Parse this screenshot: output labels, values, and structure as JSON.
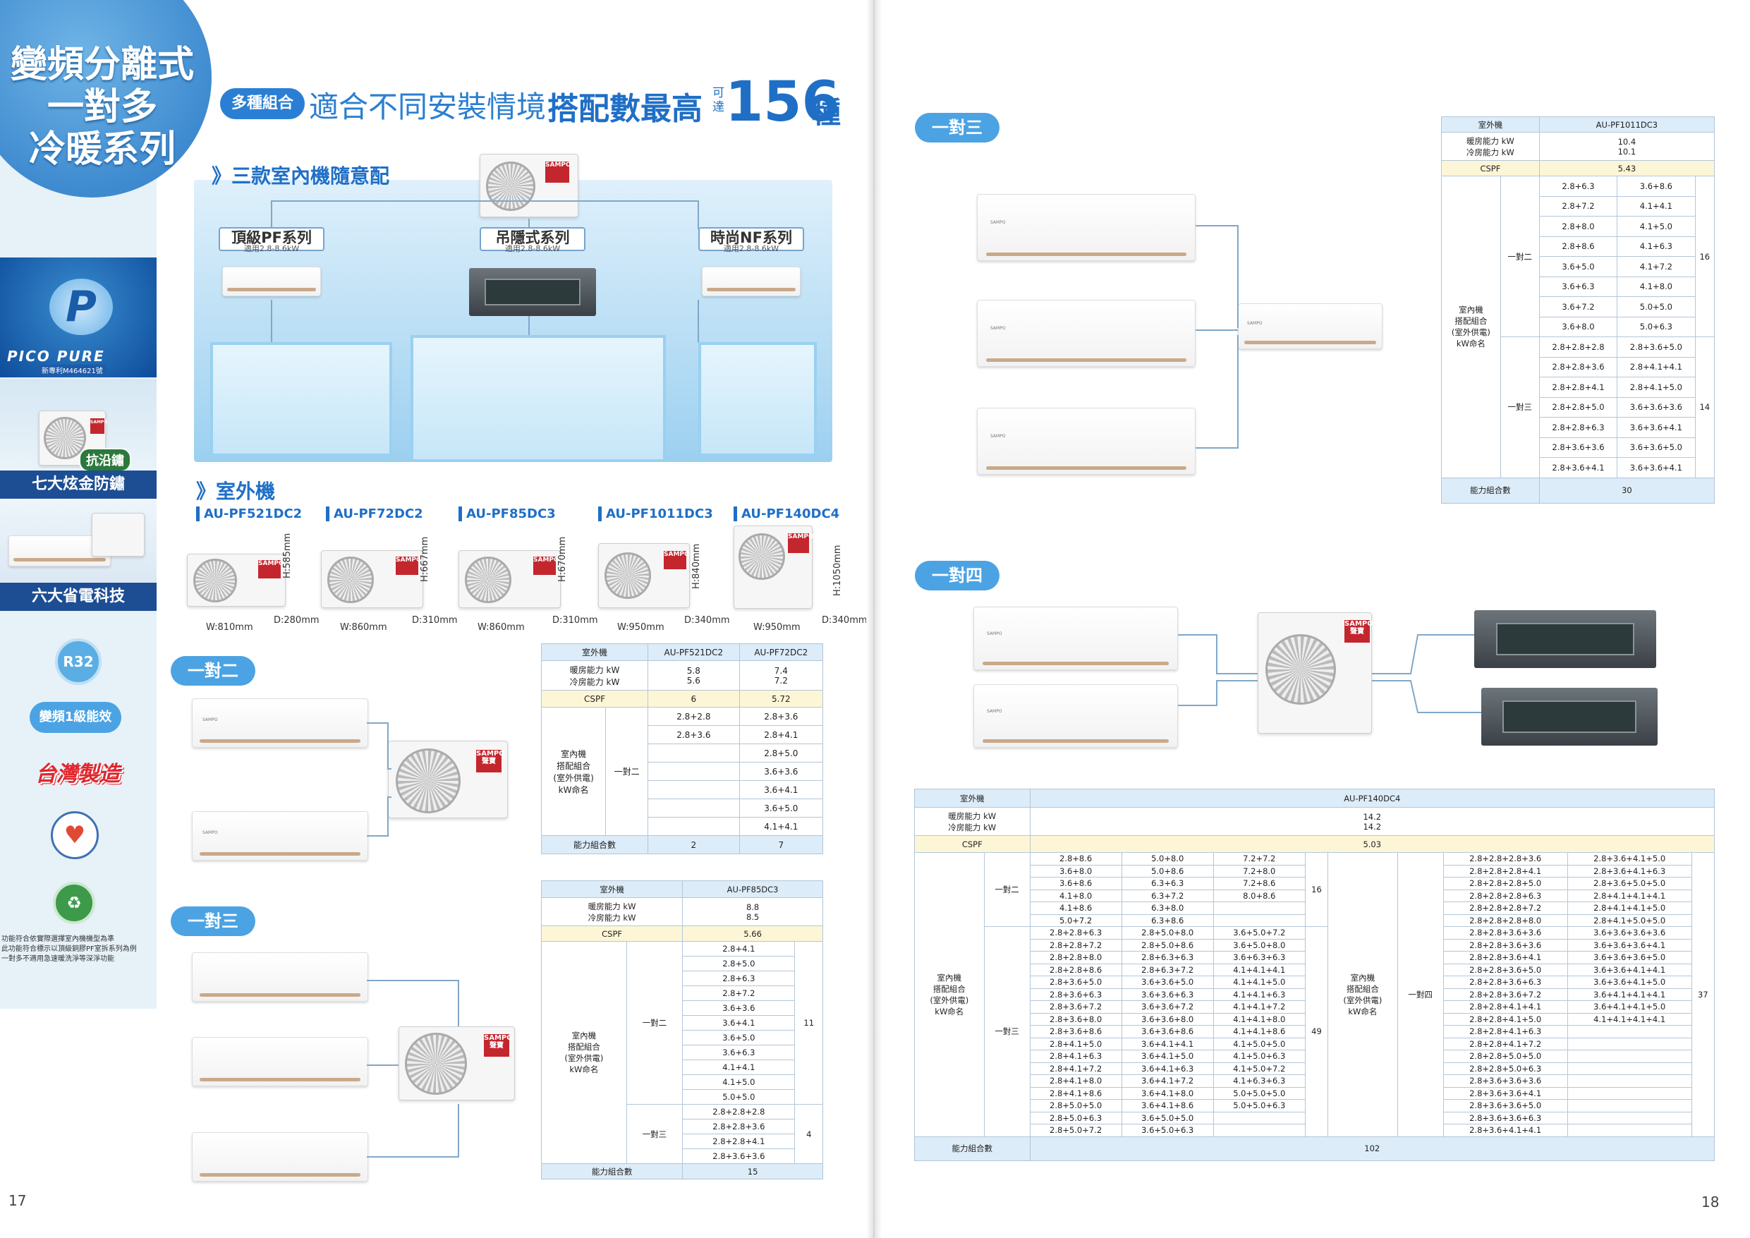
{
  "left": {
    "title": [
      "變頻分離式",
      "一對多",
      "冷暖系列"
    ],
    "pico": "PICO PURE",
    "pico_note": "新專利M464621號",
    "anti": "抗沿鏽",
    "feature1": "七大炫金防鏽",
    "feature2": "六大省電科技",
    "r32": "R32",
    "efficiency": "變頻1級能效",
    "taiwan": "台灣製造",
    "note": [
      "功能符合依實際選擇室內機機型為準",
      "此功能符合標示以頂級銅膠PF室拆系列為例",
      "一對多不適用急速暖洗淨等深淨功能"
    ],
    "page": "17"
  },
  "header": {
    "badge": "多種組合",
    "text1": "適合不同安裝情境",
    "text2": "搭配數最高",
    "small": "可達",
    "big": "156",
    "unit": "種"
  },
  "indoor": {
    "heading": "》三款室內機隨意配",
    "types": [
      {
        "name": "頂級PF系列",
        "range": "適用2.8-8.6kW"
      },
      {
        "name": "吊隱式系列",
        "range": "適用2.8-8.6kW"
      },
      {
        "name": "時尚NF系列",
        "range": "適用2.8-8.6kW"
      }
    ]
  },
  "outdoor": {
    "heading": "》室外機",
    "models": [
      {
        "name": "AU-PF521DC2",
        "h": "H:585mm",
        "w": "W:810mm",
        "d": "D:280mm"
      },
      {
        "name": "AU-PF72DC2",
        "h": "H:667mm",
        "w": "W:860mm",
        "d": "D:310mm"
      },
      {
        "name": "AU-PF85DC3",
        "h": "H:670mm",
        "w": "W:860mm",
        "d": "D:310mm"
      },
      {
        "name": "AU-PF1011DC3",
        "h": "H:840mm",
        "w": "W:950mm",
        "d": "D:340mm"
      },
      {
        "name": "AU-PF140DC4",
        "h": "H:1050mm",
        "w": "W:950mm",
        "d": "D:340mm"
      }
    ]
  },
  "brand": "SAMPO",
  "brand_cn": "聲寶",
  "labels": {
    "one_two": "一對二",
    "one_three": "一對三",
    "one_four": "一對四",
    "outdoor": "室外機",
    "heating": "暖房能力 kW",
    "cooling": "冷房能力 kW",
    "cspf": "CSPF",
    "combo": [
      "室內機",
      "搭配組合",
      "(室外供電)",
      "kW命名"
    ],
    "combo_count": "能力組合數"
  },
  "t1": {
    "models": [
      "AU-PF521DC2",
      "AU-PF72DC2"
    ],
    "heat": [
      "5.8",
      "7.4"
    ],
    "cool": [
      "5.6",
      "7.2"
    ],
    "cspf": [
      "6",
      "5.72"
    ],
    "rows": [
      [
        "2.8+2.8",
        "2.8+3.6"
      ],
      [
        "2.8+3.6",
        "2.8+4.1"
      ],
      [
        "",
        "2.8+5.0"
      ],
      [
        "",
        "3.6+3.6"
      ],
      [
        "",
        "3.6+4.1"
      ],
      [
        "",
        "3.6+5.0"
      ],
      [
        "",
        "4.1+4.1"
      ]
    ],
    "count": [
      "2",
      "7"
    ]
  },
  "t2": {
    "model": "AU-PF85DC3",
    "heat": "8.8",
    "cool": "8.5",
    "cspf": "5.66",
    "two": [
      "2.8+4.1",
      "2.8+5.0",
      "2.8+6.3",
      "2.8+7.2",
      "3.6+3.6",
      "3.6+4.1",
      "3.6+5.0",
      "3.6+6.3",
      "4.1+4.1",
      "4.1+5.0",
      "5.0+5.0"
    ],
    "two_n": "11",
    "three": [
      "2.8+2.8+2.8",
      "2.8+2.8+3.6",
      "2.8+2.8+4.1",
      "2.8+3.6+3.6"
    ],
    "three_n": "4",
    "count": "15"
  },
  "t3": {
    "model": "AU-PF1011DC3",
    "heat": "10.4",
    "cool": "10.1",
    "cspf": "5.43",
    "two": [
      [
        "2.8+6.3",
        "3.6+8.6"
      ],
      [
        "2.8+7.2",
        "4.1+4.1"
      ],
      [
        "2.8+8.0",
        "4.1+5.0"
      ],
      [
        "2.8+8.6",
        "4.1+6.3"
      ],
      [
        "3.6+5.0",
        "4.1+7.2"
      ],
      [
        "3.6+6.3",
        "4.1+8.0"
      ],
      [
        "3.6+7.2",
        "5.0+5.0"
      ],
      [
        "3.6+8.0",
        "5.0+6.3"
      ]
    ],
    "two_n": "16",
    "three": [
      [
        "2.8+2.8+2.8",
        "2.8+3.6+5.0"
      ],
      [
        "2.8+2.8+3.6",
        "2.8+4.1+4.1"
      ],
      [
        "2.8+2.8+4.1",
        "2.8+4.1+5.0"
      ],
      [
        "2.8+2.8+5.0",
        "3.6+3.6+3.6"
      ],
      [
        "2.8+2.8+6.3",
        "3.6+3.6+4.1"
      ],
      [
        "2.8+3.6+3.6",
        "3.6+3.6+5.0"
      ],
      [
        "2.8+3.6+4.1",
        "3.6+3.6+4.1"
      ]
    ],
    "three_n": "14",
    "count": "30"
  },
  "t4": {
    "model": "AU-PF140DC4",
    "heat": "14.2",
    "cool": "14.2",
    "cspf": "5.03",
    "two": [
      [
        "2.8+8.6",
        "5.0+8.0",
        "7.2+7.2"
      ],
      [
        "3.6+8.0",
        "5.0+8.6",
        "7.2+8.0"
      ],
      [
        "3.6+8.6",
        "6.3+6.3",
        "7.2+8.6"
      ],
      [
        "4.1+8.0",
        "6.3+7.2",
        "8.0+8.6"
      ],
      [
        "4.1+8.6",
        "6.3+8.0",
        ""
      ],
      [
        "5.0+7.2",
        "6.3+8.6",
        ""
      ]
    ],
    "two_n": "16",
    "three": [
      [
        "2.8+2.8+6.3",
        "2.8+5.0+8.0",
        "3.6+5.0+7.2"
      ],
      [
        "2.8+2.8+7.2",
        "2.8+5.0+8.6",
        "3.6+5.0+8.0"
      ],
      [
        "2.8+2.8+8.0",
        "2.8+6.3+6.3",
        "3.6+6.3+6.3"
      ],
      [
        "2.8+2.8+8.6",
        "2.8+6.3+7.2",
        "4.1+4.1+4.1"
      ],
      [
        "2.8+3.6+5.0",
        "3.6+3.6+5.0",
        "4.1+4.1+5.0"
      ],
      [
        "2.8+3.6+6.3",
        "3.6+3.6+6.3",
        "4.1+4.1+6.3"
      ],
      [
        "2.8+3.6+7.2",
        "3.6+3.6+7.2",
        "4.1+4.1+7.2"
      ],
      [
        "2.8+3.6+8.0",
        "3.6+3.6+8.0",
        "4.1+4.1+8.0"
      ],
      [
        "2.8+3.6+8.6",
        "3.6+3.6+8.6",
        "4.1+4.1+8.6"
      ],
      [
        "2.8+4.1+5.0",
        "3.6+4.1+4.1",
        "4.1+5.0+5.0"
      ],
      [
        "2.8+4.1+6.3",
        "3.6+4.1+5.0",
        "4.1+5.0+6.3"
      ],
      [
        "2.8+4.1+7.2",
        "3.6+4.1+6.3",
        "4.1+5.0+7.2"
      ],
      [
        "2.8+4.1+8.0",
        "3.6+4.1+7.2",
        "4.1+6.3+6.3"
      ],
      [
        "2.8+4.1+8.6",
        "3.6+4.1+8.0",
        "5.0+5.0+5.0"
      ],
      [
        "2.8+5.0+5.0",
        "3.6+4.1+8.6",
        "5.0+5.0+6.3"
      ],
      [
        "2.8+5.0+6.3",
        "3.6+5.0+5.0",
        ""
      ],
      [
        "2.8+5.0+7.2",
        "3.6+5.0+6.3",
        ""
      ]
    ],
    "three_n": "49",
    "four": [
      [
        "2.8+2.8+2.8+3.6",
        "2.8+3.6+4.1+5.0"
      ],
      [
        "2.8+2.8+2.8+4.1",
        "2.8+3.6+4.1+6.3"
      ],
      [
        "2.8+2.8+2.8+5.0",
        "2.8+3.6+5.0+5.0"
      ],
      [
        "2.8+2.8+2.8+6.3",
        "2.8+4.1+4.1+4.1"
      ],
      [
        "2.8+2.8+2.8+7.2",
        "2.8+4.1+4.1+5.0"
      ],
      [
        "2.8+2.8+2.8+8.0",
        "2.8+4.1+5.0+5.0"
      ],
      [
        "2.8+2.8+3.6+3.6",
        "3.6+3.6+3.6+3.6"
      ],
      [
        "2.8+2.8+3.6+3.6",
        "3.6+3.6+3.6+4.1"
      ],
      [
        "2.8+2.8+3.6+4.1",
        "3.6+3.6+3.6+5.0"
      ],
      [
        "2.8+2.8+3.6+5.0",
        "3.6+3.6+4.1+4.1"
      ],
      [
        "2.8+2.8+3.6+6.3",
        "3.6+3.6+4.1+5.0"
      ],
      [
        "2.8+2.8+3.6+7.2",
        "3.6+4.1+4.1+4.1"
      ],
      [
        "2.8+2.8+4.1+4.1",
        "3.6+4.1+4.1+5.0"
      ],
      [
        "2.8+2.8+4.1+5.0",
        "4.1+4.1+4.1+4.1"
      ],
      [
        "2.8+2.8+4.1+6.3",
        ""
      ],
      [
        "2.8+2.8+4.1+7.2",
        ""
      ],
      [
        "2.8+2.8+5.0+5.0",
        ""
      ],
      [
        "2.8+2.8+5.0+6.3",
        ""
      ],
      [
        "2.8+3.6+3.6+3.6",
        ""
      ],
      [
        "2.8+3.6+3.6+4.1",
        ""
      ],
      [
        "2.8+3.6+3.6+5.0",
        ""
      ],
      [
        "2.8+3.6+3.6+6.3",
        ""
      ],
      [
        "2.8+3.6+4.1+4.1",
        ""
      ]
    ],
    "four_n": "37",
    "count": "102"
  },
  "right_page": "18"
}
